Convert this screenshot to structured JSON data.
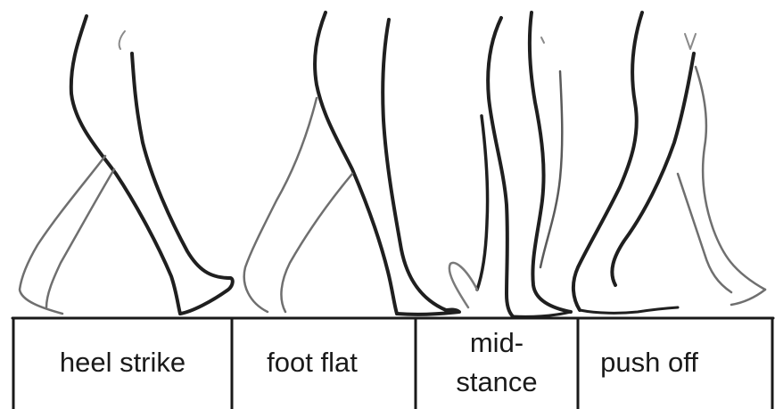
{
  "figure": {
    "phases": [
      {
        "label": "heel strike"
      },
      {
        "label": "foot flat"
      },
      {
        "label": "mid-\nstance"
      },
      {
        "label": "push off"
      }
    ],
    "colors": {
      "line": "#1f1f1f",
      "faint_line": "#7a7a7a",
      "background": "#ffffff"
    }
  }
}
